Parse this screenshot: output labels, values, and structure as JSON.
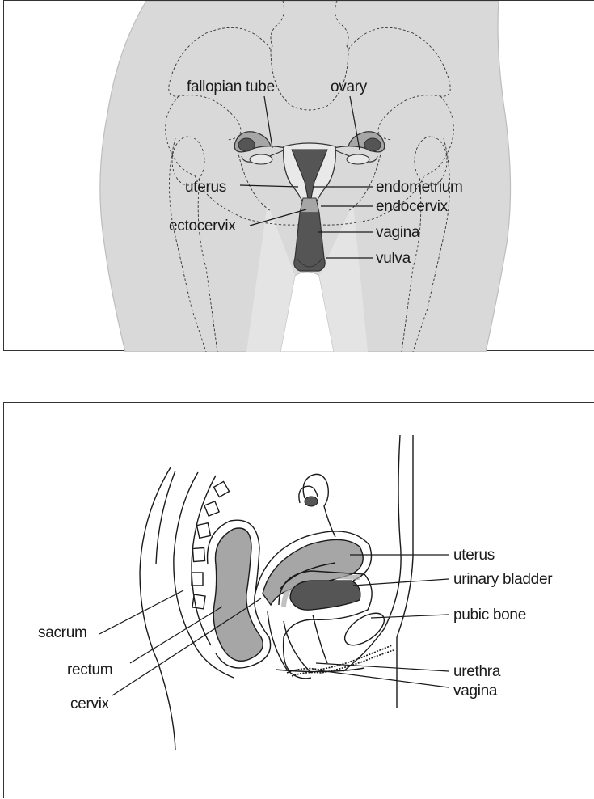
{
  "front_view": {
    "labels": {
      "fallopian_tube": "fallopian tube",
      "ovary": "ovary",
      "uterus": "uterus",
      "endometrium": "endometrium",
      "endocervix": "endocervix",
      "ectocervix": "ectocervix",
      "vagina": "vagina",
      "vulva": "vulva"
    }
  },
  "side_view": {
    "labels": {
      "uterus": "uterus",
      "urinary_bladder": "urinary bladder",
      "pubic_bone": "pubic bone",
      "urethra": "urethra",
      "vagina": "vagina",
      "sacrum": "sacrum",
      "rectum": "rectum",
      "cervix": "cervix"
    }
  },
  "colors": {
    "body_fill": "#d9d9d9",
    "organ_dark": "#555555",
    "organ_mid": "#a6a6a6",
    "organ_light": "#e9e9e9",
    "ink": "#1a1a1a"
  }
}
